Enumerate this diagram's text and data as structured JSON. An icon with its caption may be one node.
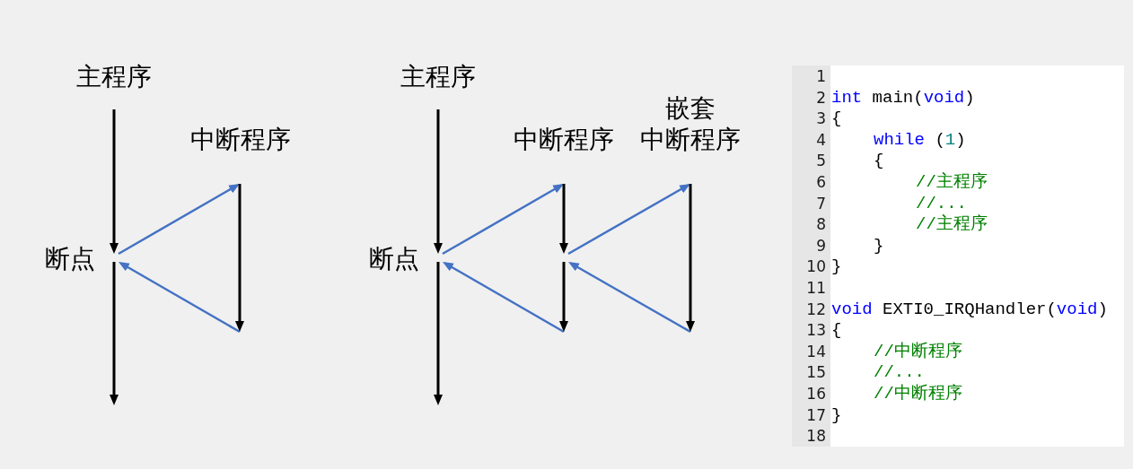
{
  "diagram": {
    "nodes": [
      {
        "text": [],
        "shape": "line",
        "beside": [
          "主程序",
          "断点"
        ]
      },
      {
        "text": [],
        "shape": "line",
        "beside": [
          "中断程序"
        ]
      },
      {
        "text": [],
        "shape": "line",
        "beside": [
          "主程序",
          "断点"
        ]
      },
      {
        "text": [],
        "shape": "line",
        "beside": [
          "中断程序"
        ]
      },
      {
        "text": [],
        "shape": "line",
        "beside": [
          "嵌套中断程序"
        ]
      }
    ],
    "edges": [
      {
        "from": 0,
        "to": 1,
        "arrow": "to"
      },
      {
        "from": 1,
        "to": 0,
        "arrow": "to"
      },
      {
        "from": 2,
        "to": 3,
        "arrow": "to"
      },
      {
        "from": 3,
        "to": 4,
        "arrow": "to"
      },
      {
        "from": 4,
        "to": 3,
        "arrow": "to"
      },
      {
        "from": 3,
        "to": 2,
        "arrow": "to"
      }
    ],
    "labels": [
      "1",
      "2",
      "int main(void)",
      "3",
      "{",
      "4",
      "while (1)",
      "5",
      "{",
      "6",
      "//主程序",
      "7",
      "//...",
      "8",
      "//主程序",
      "9",
      "}",
      "10",
      "}",
      "11",
      "12",
      "void EXTI0_IRQHandler(void)",
      "13",
      "{",
      "14",
      "//中断程序",
      "15",
      "//...",
      "16",
      "//中断程序",
      "17",
      "}",
      "18"
    ]
  }
}
